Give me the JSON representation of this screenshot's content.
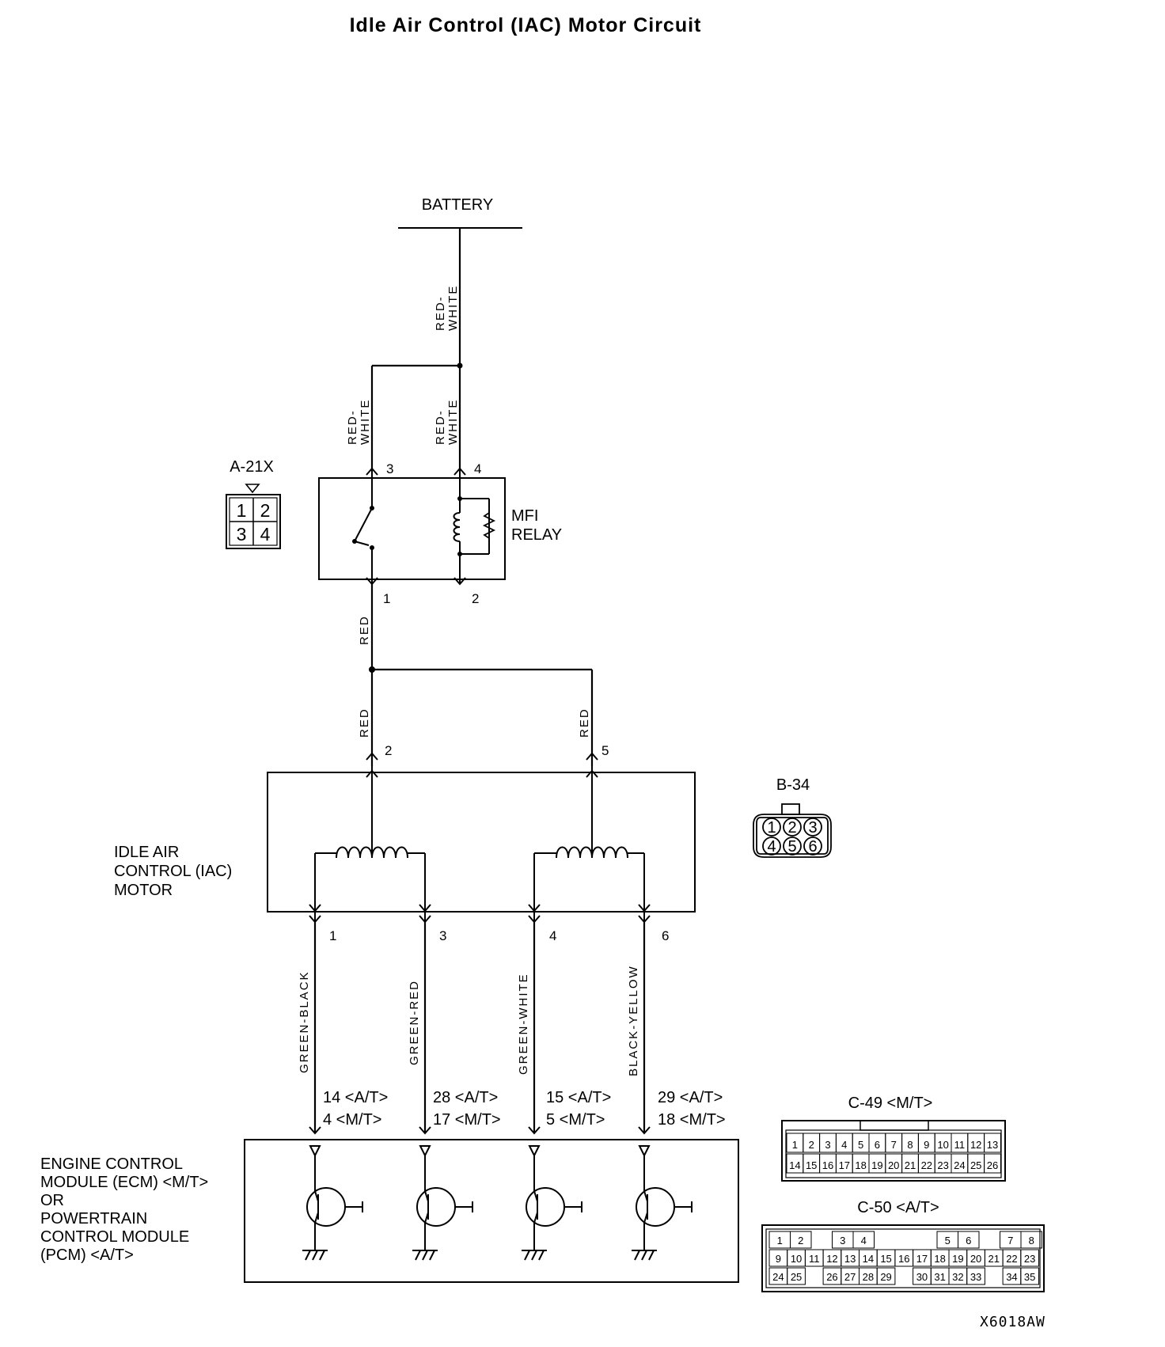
{
  "title": "Idle Air Control (IAC) Motor Circuit",
  "battery_label": "BATTERY",
  "wire_colors": {
    "red_white": "RED-\nWHITE",
    "red": "RED",
    "green_black": "GREEN-BLACK",
    "green_red": "GREEN-RED",
    "green_white": "GREEN-WHITE",
    "black_yellow": "BLACK-YELLOW"
  },
  "relay": {
    "connector": "A-21X",
    "label": [
      "MFI",
      "RELAY"
    ],
    "pins": [
      "3",
      "4",
      "1",
      "2"
    ],
    "connector_cells": [
      "1",
      "2",
      "3",
      "4"
    ]
  },
  "motor": {
    "connector": "B-34",
    "label": [
      "IDLE AIR",
      "CONTROL (IAC)",
      "MOTOR"
    ],
    "top_pins": [
      "2",
      "5"
    ],
    "bottom_pins": [
      "1",
      "3",
      "4",
      "6"
    ],
    "connector_cells": [
      "1",
      "2",
      "3",
      "4",
      "5",
      "6"
    ]
  },
  "ecm": {
    "label": [
      "ENGINE CONTROL",
      "MODULE (ECM) <M/T>",
      "OR",
      "POWERTRAIN",
      "CONTROL MODULE",
      "(PCM) <A/T>"
    ],
    "pin_labels": [
      [
        "14 <A/T>",
        "4 <M/T>"
      ],
      [
        "28 <A/T>",
        "17 <M/T>"
      ],
      [
        "15 <A/T>",
        "5 <M/T>"
      ],
      [
        "29 <A/T>",
        "18 <M/T>"
      ]
    ]
  },
  "connector_c49": {
    "label": "C-49 <M/T>",
    "row1": [
      "1",
      "2",
      "3",
      "4",
      "5",
      "6",
      "7",
      "8",
      "9",
      "10",
      "11",
      "12",
      "13"
    ],
    "row2": [
      "14",
      "15",
      "16",
      "17",
      "18",
      "19",
      "20",
      "21",
      "22",
      "23",
      "24",
      "25",
      "26"
    ]
  },
  "connector_c50": {
    "label": "C-50 <A/T>",
    "row1": [
      "1",
      "2",
      "",
      "3",
      "4",
      "",
      "",
      "",
      "5",
      "6",
      "",
      "7",
      "8"
    ],
    "row2": [
      "9",
      "10",
      "11",
      "12",
      "13",
      "14",
      "15",
      "16",
      "17",
      "18",
      "19",
      "20",
      "21",
      "22",
      "23"
    ],
    "row3": [
      "24",
      "25",
      "",
      "26",
      "27",
      "28",
      "29",
      "",
      "30",
      "31",
      "32",
      "33",
      "",
      "34",
      "35"
    ]
  },
  "figure_code": "X6018AW"
}
